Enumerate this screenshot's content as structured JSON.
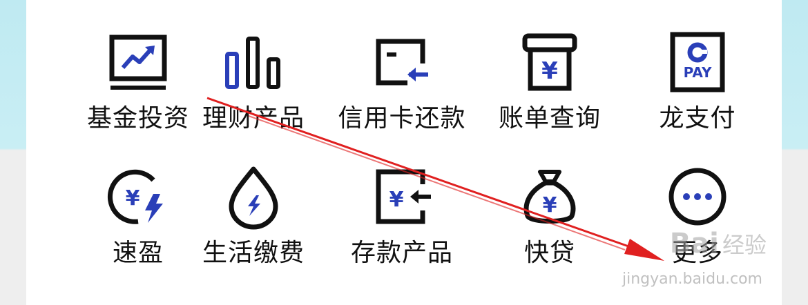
{
  "menu": {
    "items": [
      {
        "label": "基金投资",
        "icon": "chart-screen-icon"
      },
      {
        "label": "理财产品",
        "icon": "bar-chart-icon"
      },
      {
        "label": "信用卡还款",
        "icon": "card-return-icon"
      },
      {
        "label": "账单查询",
        "icon": "bill-box-icon"
      },
      {
        "label": "龙支付",
        "icon": "long-pay-icon",
        "icon_text": "PAY"
      },
      {
        "label": "速盈",
        "icon": "yuan-lightning-icon"
      },
      {
        "label": "生活缴费",
        "icon": "water-drop-lightning-icon"
      },
      {
        "label": "存款产品",
        "icon": "deposit-icon"
      },
      {
        "label": "快贷",
        "icon": "money-bag-icon"
      },
      {
        "label": "更多",
        "icon": "more-dots-icon"
      }
    ]
  },
  "watermark": {
    "logo": "Bai",
    "cn": "经验",
    "url": "jingyan.baidu.com"
  },
  "colors": {
    "accent_blue": "#2a3fb8",
    "icon_black": "#111111",
    "annotation_red": "#e02020"
  }
}
